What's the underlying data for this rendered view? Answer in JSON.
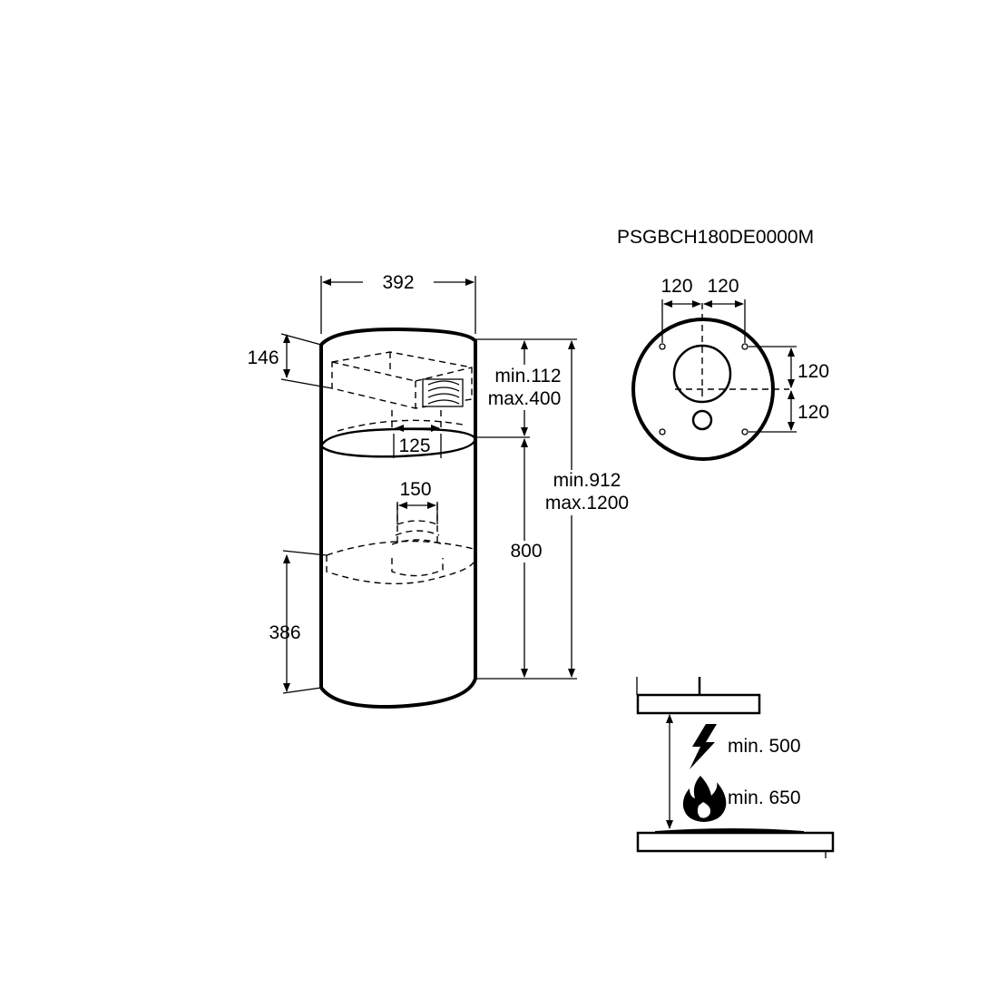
{
  "model_code": "PSGBCH180DE0000M",
  "main_view": {
    "width": "392",
    "top_height": "146",
    "min_max_upper": [
      "min.112",
      "max.400"
    ],
    "outlet_diameter": "125",
    "total_height": [
      "min.912",
      "max.1200"
    ],
    "lower_diameter": "150",
    "lower_height": "800",
    "bottom_height": "386"
  },
  "top_view": {
    "offset_left": "120",
    "offset_right": "120",
    "offset_upper": "120",
    "offset_lower": "120"
  },
  "clearance": {
    "electric": "min. 500",
    "gas": "min. 650"
  }
}
